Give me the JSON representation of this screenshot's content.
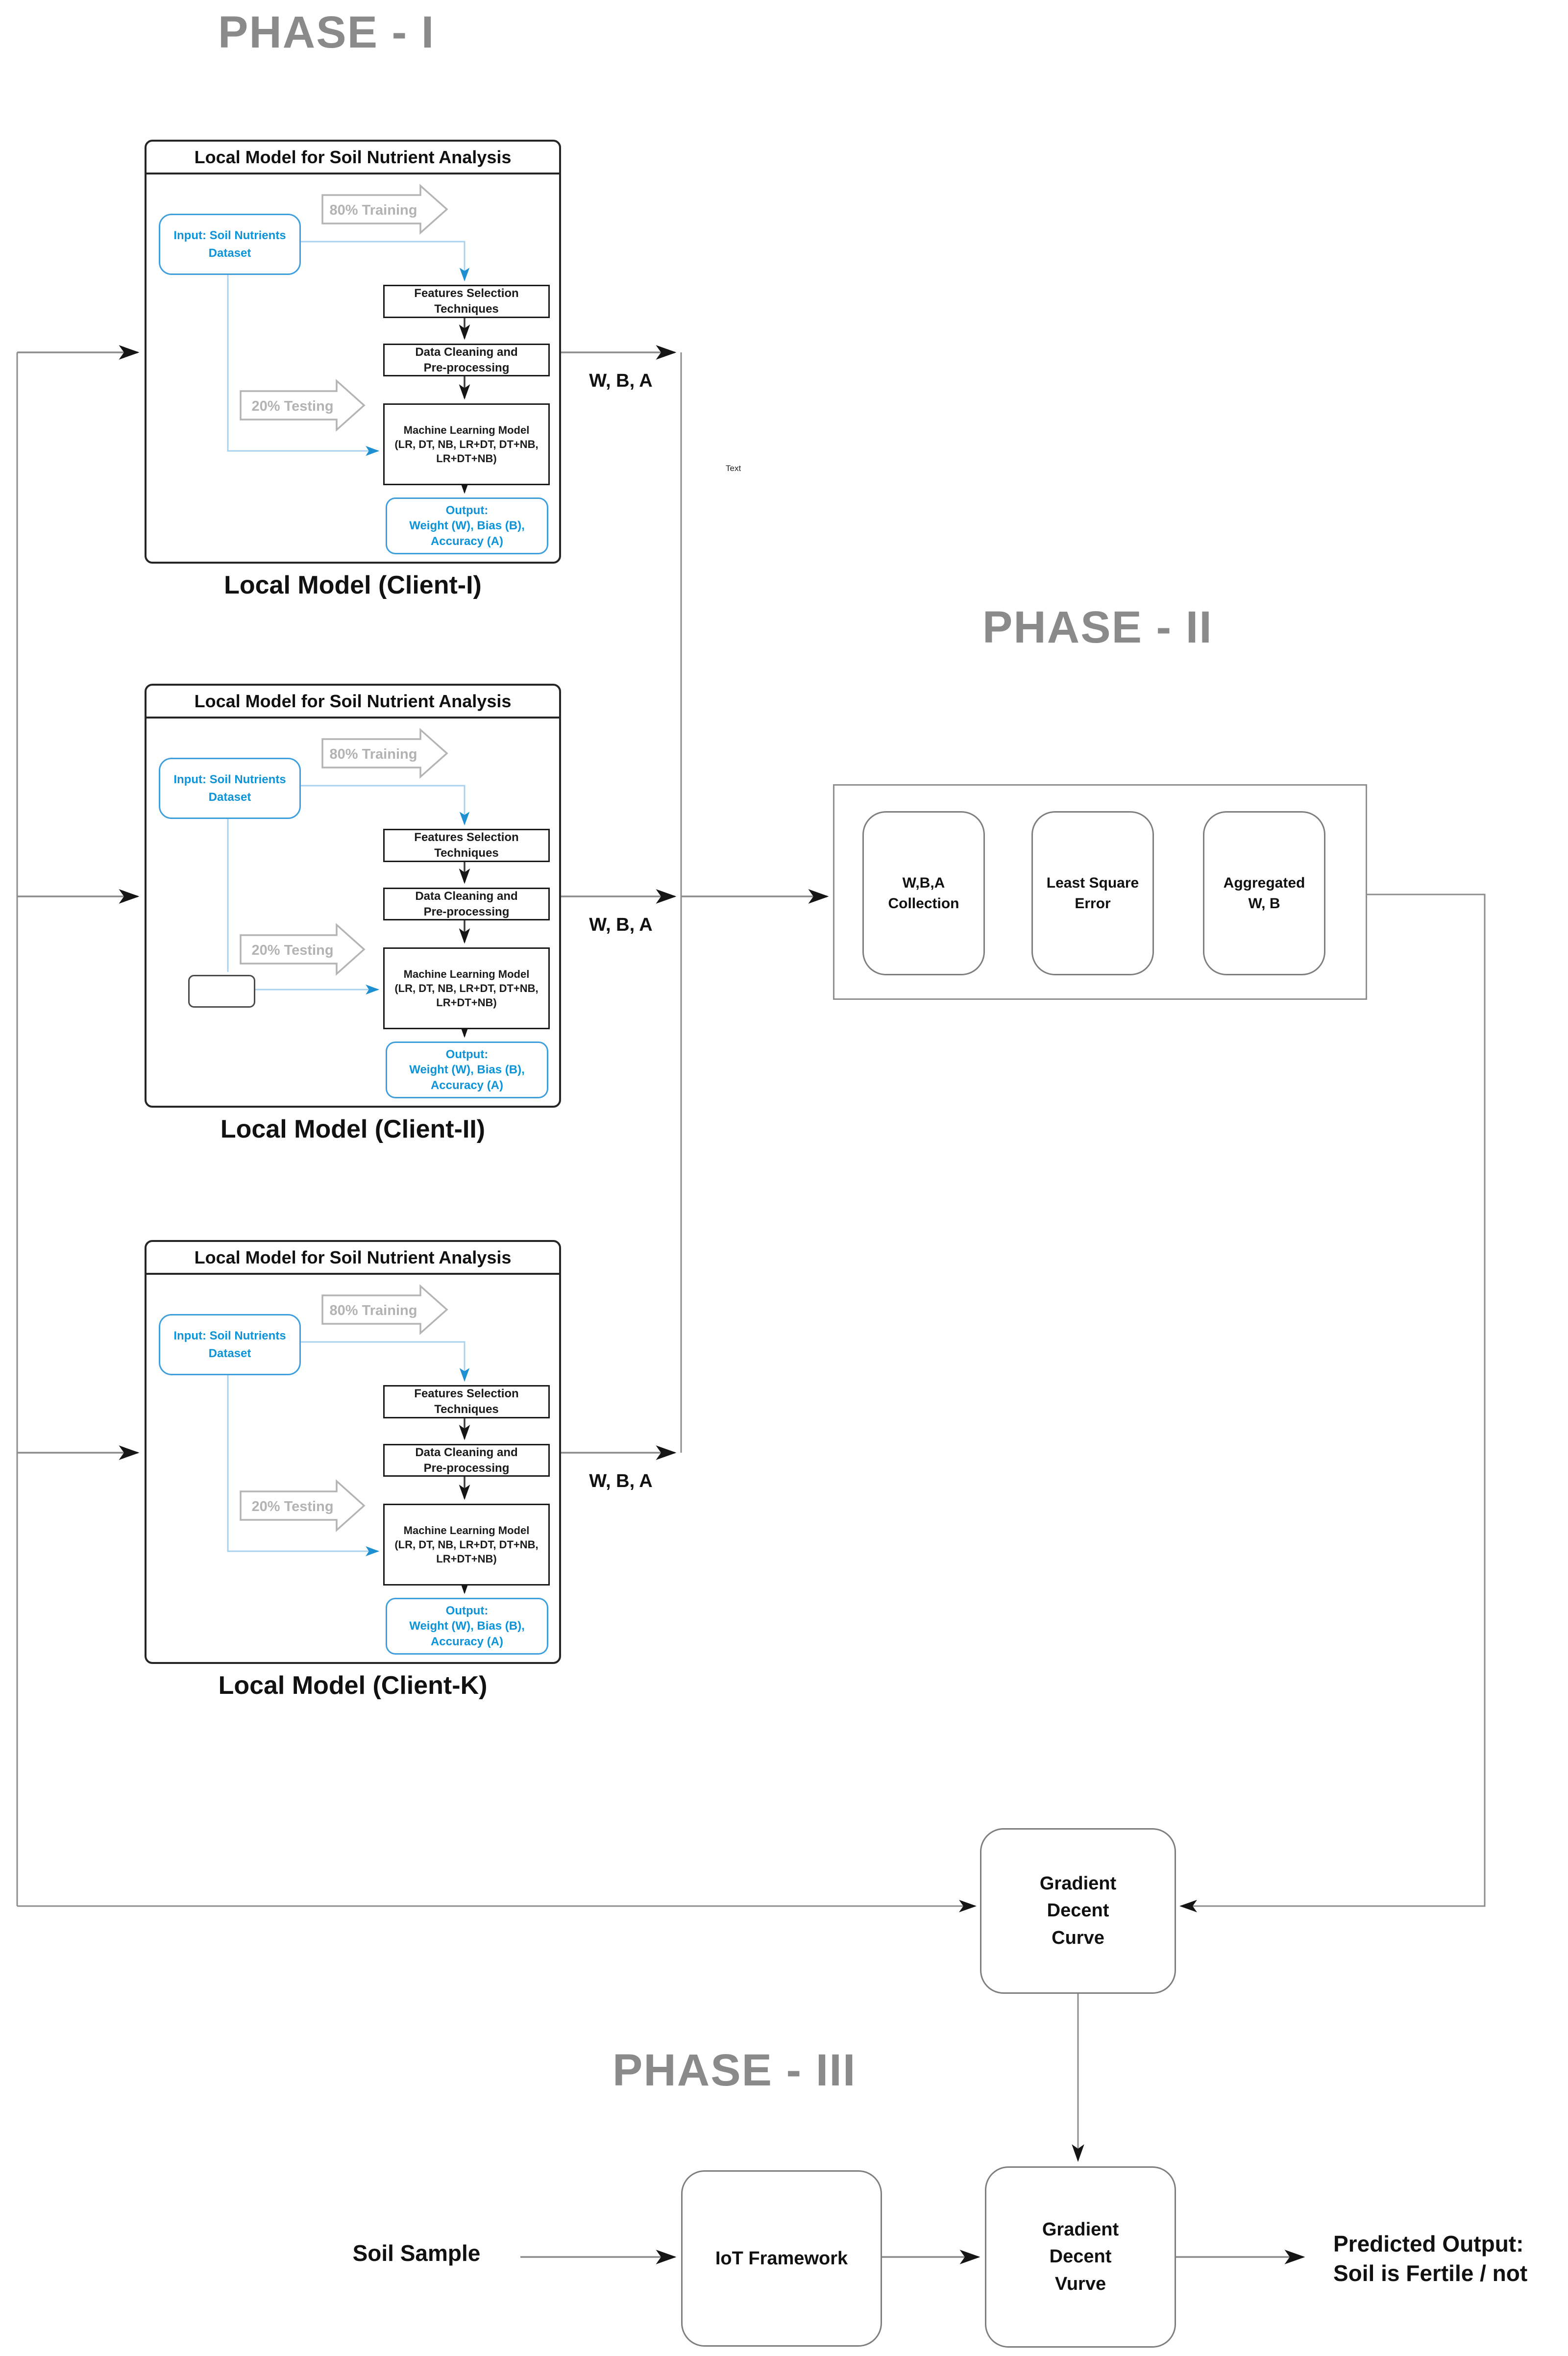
{
  "phases": {
    "p1": "PHASE - I",
    "p2": "PHASE - II",
    "p3": "PHASE - III"
  },
  "local_model": {
    "title": "Local Model for Soil Nutrient Analysis",
    "input": "Input: Soil Nutrients\nDataset",
    "training_label": "80% Training",
    "testing_label": "20% Testing",
    "features": "Features Selection\nTechniques",
    "cleaning": "Data Cleaning and\nPre-processing",
    "ml_model": "Machine Learning Model\n(LR, DT, NB, LR+DT, DT+NB,\nLR+DT+NB)",
    "output": "Output:\nWeight (W), Bias (B),\nAccuracy (A)",
    "wba_label": "W, B, A"
  },
  "clients": [
    {
      "caption": "Local Model (Client-I)"
    },
    {
      "caption": "Local Model (Client-II)"
    },
    {
      "caption": "Local Model (Client-K)"
    }
  ],
  "phase2": {
    "collection": "W,B,A\nCollection",
    "least_square": "Least Square\nError",
    "aggregated": "Aggregated\nW, B"
  },
  "gradient_curve": "Gradient\nDecent\nCurve",
  "stray_label": "Text",
  "phase3": {
    "soil_sample": "Soil Sample",
    "iot": "IoT Framework",
    "vurve": "Gradient\nDecent\nVurve",
    "predicted": "Predicted Output:\nSoil is Fertile / not"
  },
  "colors": {
    "accent_blue_text": "#0d93d8",
    "blue_box_border": "#3f9fdc",
    "light_blue_line": "#a9d2ee",
    "phase_title_gray": "#8a8a8a",
    "big_arrow_gray": "#b4b4b4",
    "connector_gray": "#8c8c8c"
  }
}
